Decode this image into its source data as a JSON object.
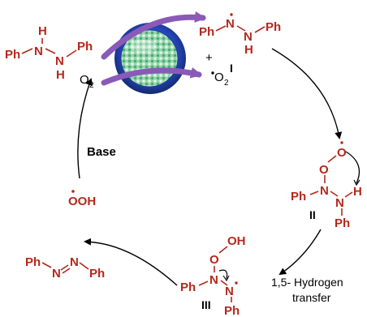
{
  "colors": {
    "chem": "#b5281c",
    "text": "#000000",
    "catalyst_ring": "#2b4db8",
    "catalyst_fill": "#7fc8a0",
    "arrow_purple": "#8a5ab8"
  },
  "start": {
    "ph_left": "Ph",
    "h_top": "H",
    "n_left": "N",
    "n_right": "N",
    "ph_right": "Ph",
    "h_bottom": "H",
    "o2": "O"
  },
  "superoxide": {
    "plus": "+",
    "o2": "O"
  },
  "int1": {
    "ph_left": "Ph",
    "n_left": "N",
    "n_right": "N",
    "ph_right": "Ph",
    "h": "H",
    "label": "I"
  },
  "int2": {
    "o_top": "O",
    "o_mid": "O",
    "n_left": "N",
    "n_right": "N",
    "ph_left": "Ph",
    "ph_bottom": "Ph",
    "h": "H",
    "label": "II"
  },
  "int3": {
    "oh": "OH",
    "o": "O",
    "n_left": "N",
    "n_right": "N",
    "ph_left": "Ph",
    "ph_bottom": "Ph",
    "label": "III"
  },
  "azo": {
    "ph_left": "Ph",
    "n_left": "N",
    "n_right": "N",
    "ph_right": "Ph"
  },
  "hydroperoxyl": {
    "text": "OOH"
  },
  "base": {
    "text": "Base"
  },
  "transfer": {
    "line1": "1,5- Hydrogen",
    "line2": "transfer"
  }
}
